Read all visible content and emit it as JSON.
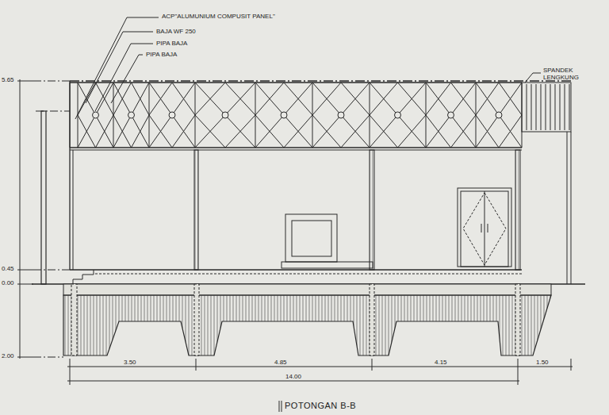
{
  "diagram": {
    "caption": "POTONGAN B-B",
    "labels": [
      "ACP\"ALUMUNIUM COMPUSIT PANEL\"",
      "BAJA WF 250",
      "PIPA BAJA",
      "PIPA BAJA",
      "SPANDEK LENGKUNG",
      "5.65",
      "0.45",
      "0.00",
      "2.00",
      "3.50",
      "4.85",
      "4.15",
      "1.50",
      "14.00"
    ]
  }
}
